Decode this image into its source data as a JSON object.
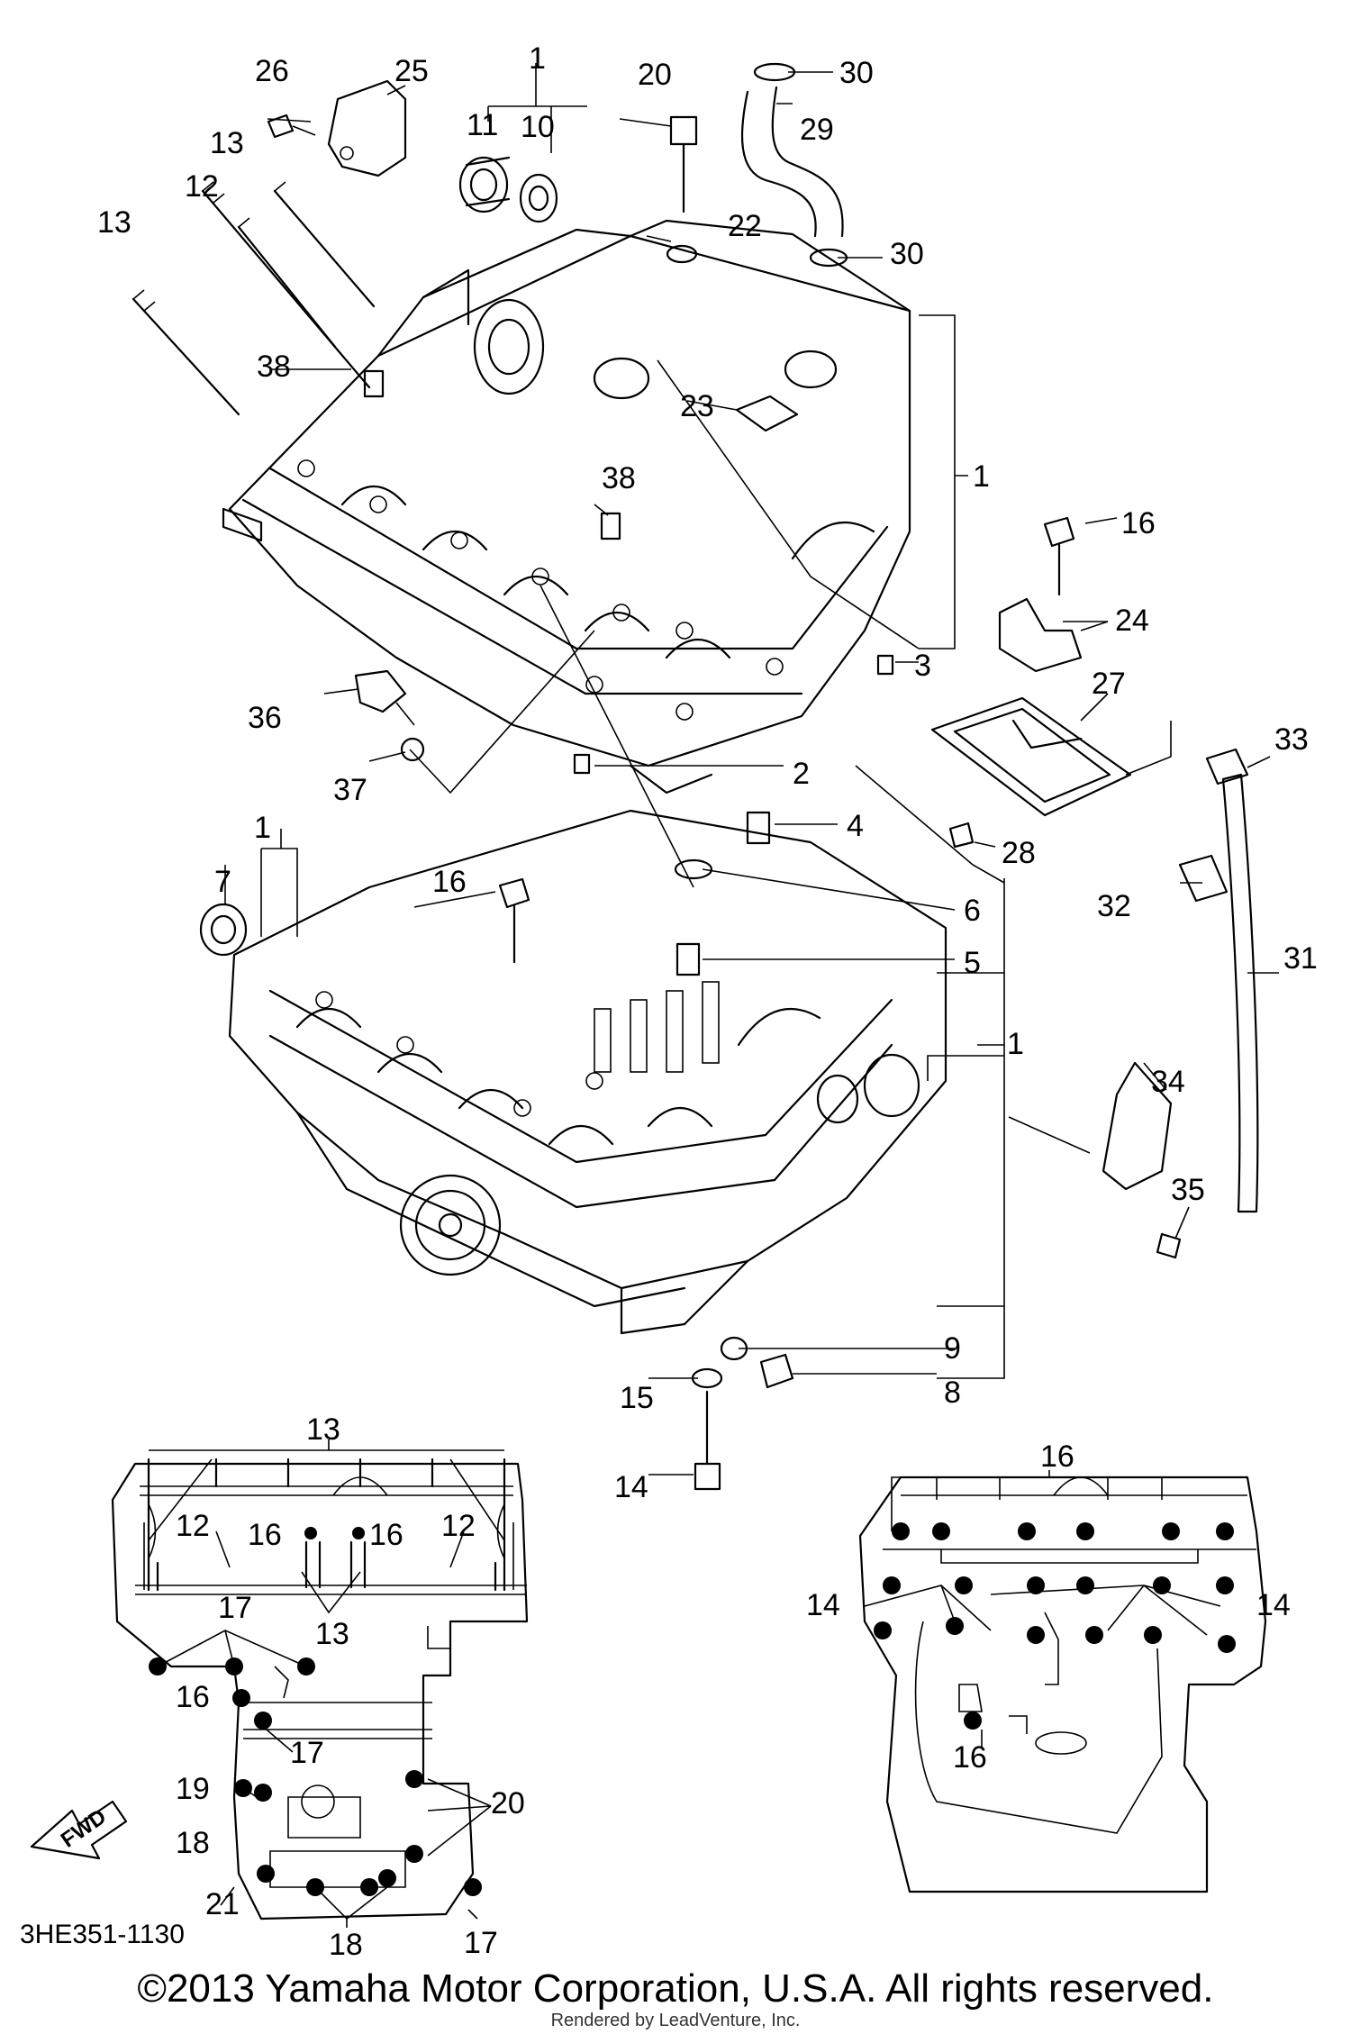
{
  "diagram_code": "3HE351-1130",
  "copyright": "©2013 Yamaha Motor Corporation, U.S.A. All rights reserved.",
  "render_note": "Rendered by LeadVenture, Inc.",
  "fwd_label": "FWD",
  "callouts": {
    "c1_top": "1",
    "c1_right_upper": "1",
    "c1_lower_left": "1",
    "c1_right_lower": "1",
    "c2": "2",
    "c3": "3",
    "c4": "4",
    "c5": "5",
    "c6": "6",
    "c7": "7",
    "c8": "8",
    "c9": "9",
    "c10": "10",
    "c11": "11",
    "c12_a": "12",
    "c13_a": "13",
    "c13_b": "13",
    "c14_main": "14",
    "c15": "15",
    "c16_upper": "16",
    "c16_lower": "16",
    "c20_main": "20",
    "c22": "22",
    "c23": "23",
    "c24": "24",
    "c25": "25",
    "c26": "26",
    "c27": "27",
    "c28": "28",
    "c29": "29",
    "c30_a": "30",
    "c30_b": "30",
    "c31": "31",
    "c32": "32",
    "c33": "33",
    "c34": "34",
    "c35": "35",
    "c36": "36",
    "c37": "37",
    "c38_a": "38",
    "c38_b": "38"
  },
  "left_inset": {
    "c13_top": "13",
    "c13_mid": "13",
    "c12_left": "12",
    "c12_right": "12",
    "c16_left": "16",
    "c16_right": "16",
    "c17_top": "17",
    "c16_side": "16",
    "c17_mid": "17",
    "c19": "19",
    "c18_left": "18",
    "c20": "20",
    "c21": "21",
    "c18_bottom": "18",
    "c17_bottom": "17"
  },
  "right_inset": {
    "c16_top": "16",
    "c14_left": "14",
    "c14_right": "14",
    "c16_bottom": "16"
  }
}
